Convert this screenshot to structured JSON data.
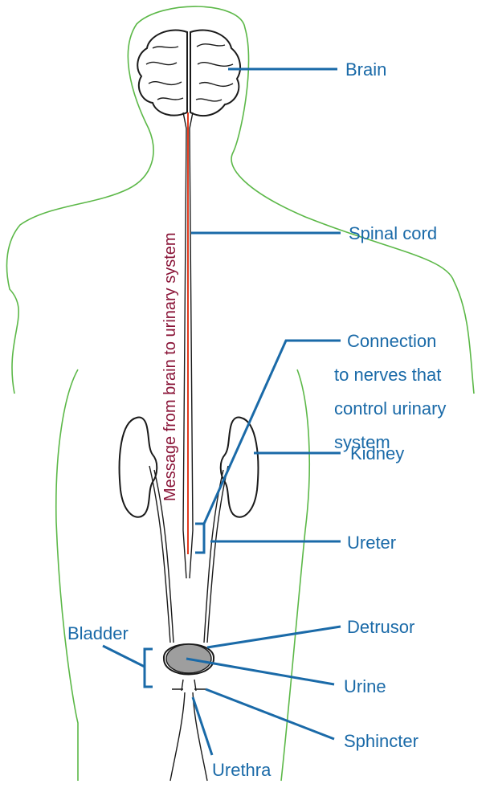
{
  "diagram": {
    "colors": {
      "body_outline": "#5cb848",
      "label_and_leader": "#1a6aa8",
      "nerve_message": "#8a1538",
      "spinal_cord_red": "#e23a1e",
      "organ_outline": "#1a1a1a",
      "bladder_fill": "#9e9e9e"
    },
    "labels": {
      "brain": "Brain",
      "spinal_cord": "Spinal cord",
      "connection_line1": "Connection",
      "connection_line2": "to nerves that",
      "connection_line3": "control urinary",
      "connection_line4": "system",
      "kidney": "Kidney",
      "ureter": "Ureter",
      "detrusor": "Detrusor",
      "urine": "Urine",
      "sphincter": "Sphincter",
      "urethra": "Urethra",
      "bladder": "Bladder"
    },
    "message_text": "Message from brain to urinary system"
  }
}
